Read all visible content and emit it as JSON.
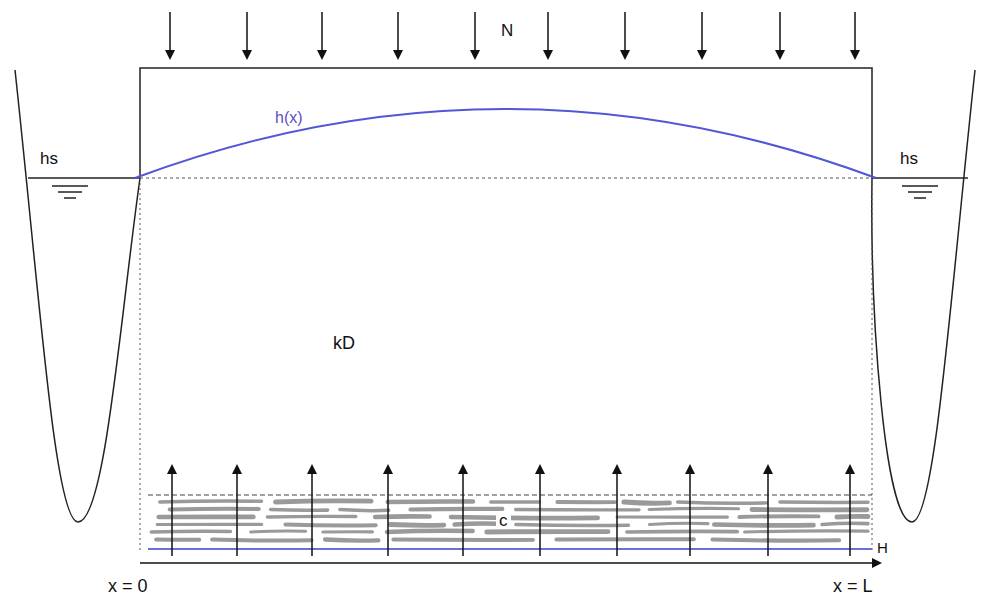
{
  "diagram": {
    "labels": [
      "N",
      "h(x)",
      "hs",
      "hs",
      "kD",
      "c",
      "H",
      "x = 0",
      "x = L"
    ]
  }
}
